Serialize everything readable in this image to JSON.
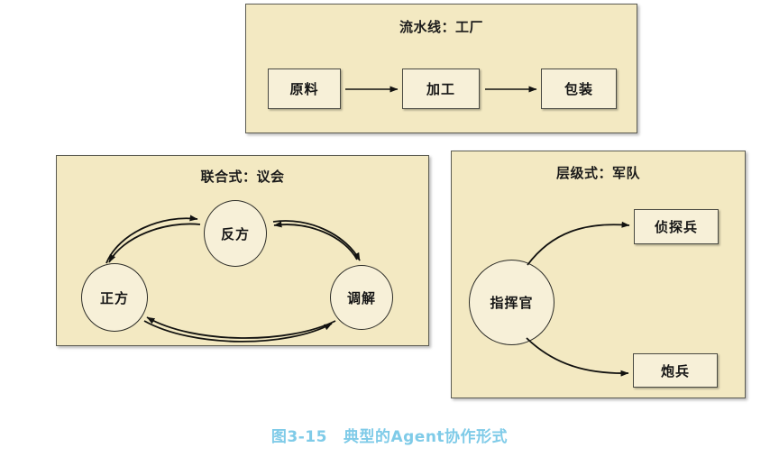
{
  "figure": {
    "caption_number": "图3-15",
    "caption_text": "典型的Agent协作形式",
    "caption_color": "#7fcbe8",
    "background_color": "#ffffff"
  },
  "panels": [
    {
      "id": "pipeline",
      "title": "流水线：工厂",
      "fill_color": "#f3e9c2",
      "border_color": "#5b5b52",
      "nodes": [
        {
          "id": "raw",
          "label": "原料",
          "shape": "rect"
        },
        {
          "id": "process",
          "label": "加工",
          "shape": "rect"
        },
        {
          "id": "package",
          "label": "包装",
          "shape": "rect"
        }
      ],
      "edges": [
        {
          "from": "raw",
          "to": "process",
          "style": "straight-arrow",
          "direction": "one-way"
        },
        {
          "from": "process",
          "to": "package",
          "style": "straight-arrow",
          "direction": "one-way"
        }
      ]
    },
    {
      "id": "federated",
      "title": "联合式：议会",
      "fill_color": "#f3e9c2",
      "border_color": "#5b5b52",
      "nodes": [
        {
          "id": "opposition",
          "label": "反方",
          "shape": "circle"
        },
        {
          "id": "proposition",
          "label": "正方",
          "shape": "circle"
        },
        {
          "id": "mediator",
          "label": "调解",
          "shape": "circle"
        }
      ],
      "edges": [
        {
          "from": "proposition",
          "to": "opposition",
          "style": "curved-arrow",
          "direction": "two-way"
        },
        {
          "from": "opposition",
          "to": "mediator",
          "style": "curved-arrow",
          "direction": "two-way"
        },
        {
          "from": "mediator",
          "to": "proposition",
          "style": "curved-arrow",
          "direction": "two-way"
        }
      ]
    },
    {
      "id": "hierarchical",
      "title": "层级式：军队",
      "fill_color": "#f3e9c2",
      "border_color": "#5b5b52",
      "nodes": [
        {
          "id": "commander",
          "label": "指挥官",
          "shape": "circle"
        },
        {
          "id": "scout",
          "label": "侦探兵",
          "shape": "rect"
        },
        {
          "id": "artillery",
          "label": "炮兵",
          "shape": "rect"
        }
      ],
      "edges": [
        {
          "from": "commander",
          "to": "scout",
          "style": "curved-arrow",
          "direction": "one-way"
        },
        {
          "from": "commander",
          "to": "artillery",
          "style": "curved-arrow",
          "direction": "one-way"
        }
      ]
    }
  ]
}
